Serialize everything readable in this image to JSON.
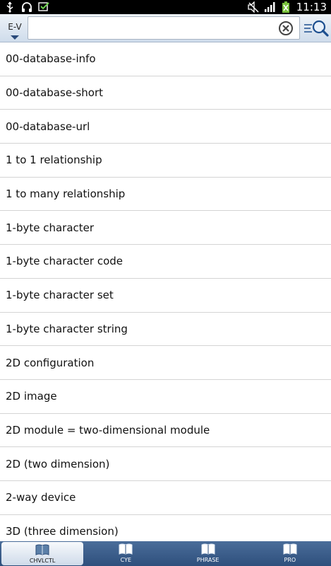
{
  "status_bar": {
    "time": "11:13",
    "icons_left": [
      "usb-icon",
      "headphones-icon",
      "check-box-icon"
    ],
    "icons_right": [
      "mute-icon",
      "signal-icon",
      "battery-icon"
    ]
  },
  "header": {
    "lang_label": "E-V",
    "search_value": "",
    "search_placeholder": ""
  },
  "list": {
    "items": [
      "00-database-info",
      "00-database-short",
      "00-database-url",
      "1 to 1 relationship",
      "1 to many relationship",
      "1-byte character",
      "1-byte character code",
      "1-byte character set",
      "1-byte character string",
      "2D configuration",
      "2D image",
      "2D module = two-dimensional module",
      "2D (two dimension)",
      "2-way device",
      "3D (three dimension)"
    ]
  },
  "tabs": [
    {
      "label": "CHVLCTL",
      "active": true
    },
    {
      "label": "CYE",
      "active": false
    },
    {
      "label": "PHRASE",
      "active": false
    },
    {
      "label": "PRO",
      "active": false
    }
  ],
  "colors": {
    "tabbar": "#2e4f7c",
    "header": "#cfdceb",
    "divider": "#d4d4d4"
  }
}
